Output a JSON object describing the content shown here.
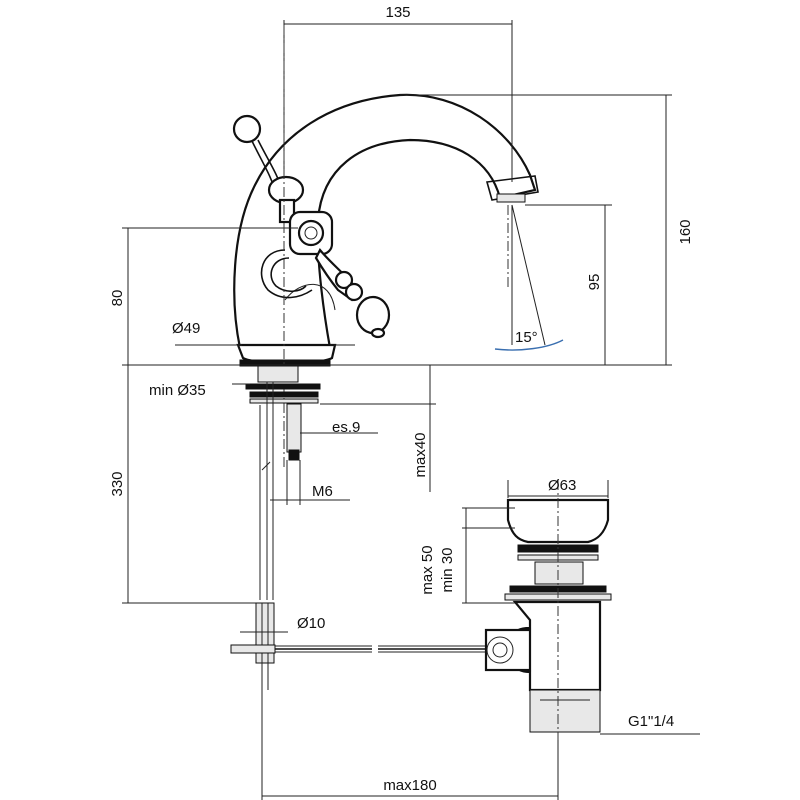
{
  "dimensions": {
    "spout_reach": "135",
    "total_height": "160",
    "spout_height": "95",
    "lever_height": "80",
    "base_diameter": "Ø49",
    "hole_diameter": "min Ø35",
    "spanner": "es.9",
    "deck_thickness": "max40",
    "tail_length": "330",
    "thread": "M6",
    "rod_diameter": "Ø10",
    "waste_diameter": "Ø63",
    "waste_max": "max 50",
    "waste_min": "min 30",
    "waste_thread": "G1\"1/4",
    "pop_up_reach": "max180",
    "angle": "15°"
  }
}
